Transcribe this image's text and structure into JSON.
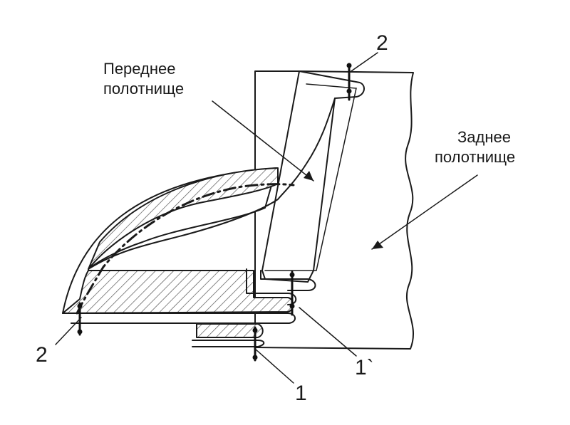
{
  "labels": {
    "front_line1": "Переднее",
    "front_line2": "полотнище",
    "back_line1": "Заднее",
    "back_line2": "полотнище"
  },
  "markers": {
    "top_right": "2",
    "bottom_left": "2",
    "bottom_middle": "1",
    "bottom_right": "1`"
  }
}
